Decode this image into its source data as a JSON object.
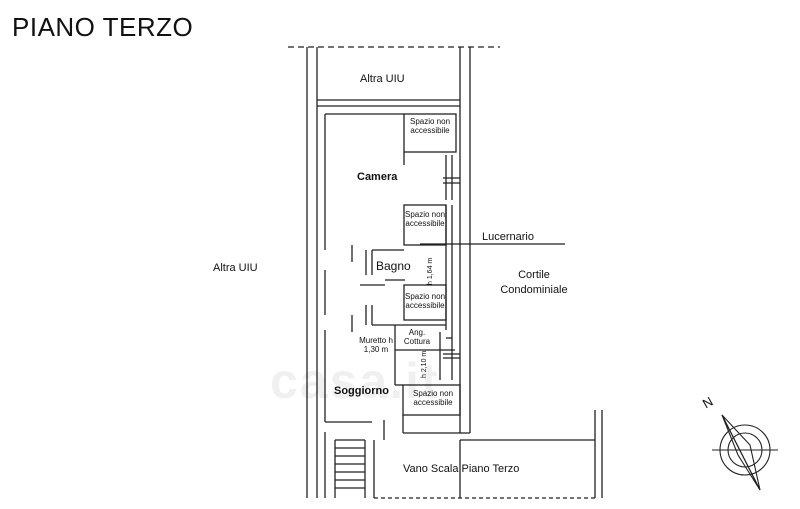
{
  "title": "PIANO TERZO",
  "labels": {
    "altra_uiu_top": "Altra UIU",
    "altra_uiu_left": "Altra UIU",
    "camera": "Camera",
    "bagno": "Bagno",
    "soggiorno": "Soggiorno",
    "spazio_1": "Spazio non accessibile",
    "spazio_2": "Spazio non accessibile",
    "spazio_3": "Spazio non accessibile",
    "spazio_4": "Spazio non accessibile",
    "lucernario": "Lucernario",
    "cortile": "Cortile Condominiale",
    "ang_cottura": "Ang. Cottura",
    "muretto": "Muretto h 1,30 m",
    "height_1": "h 1,64 m",
    "height_2": "h 2,10 m",
    "vano_scala": "Vano Scala Piano Terzo",
    "north": "N"
  },
  "watermark": "casa.it"
}
